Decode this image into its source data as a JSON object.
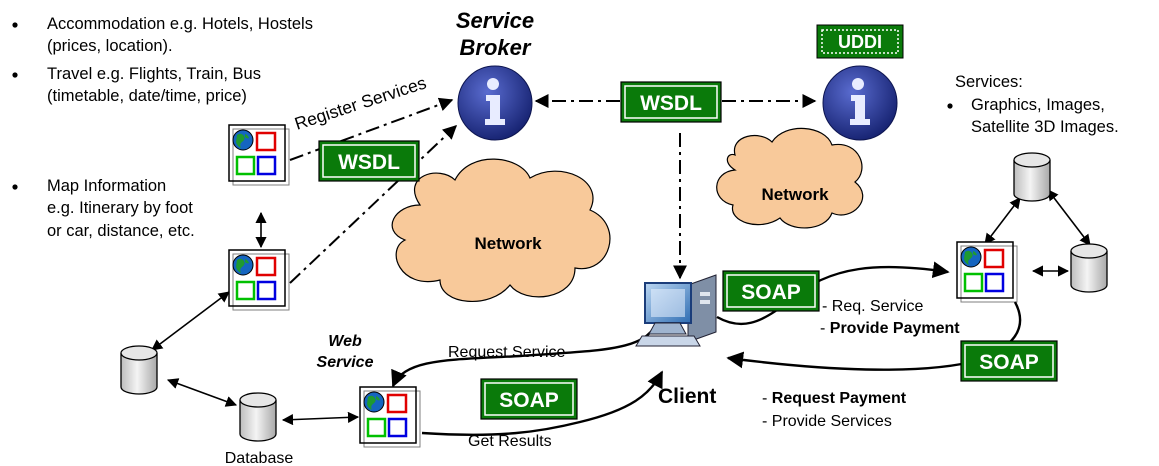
{
  "left_bullets": [
    [
      "Accommodation e.g. Hotels, Hostels",
      "(prices, location)."
    ],
    [
      "Travel e.g. Flights, Train, Bus",
      "(timetable, date/time, price)"
    ],
    [
      "Map Information",
      "e.g. Itinerary by foot",
      "or car, distance, etc."
    ]
  ],
  "service_broker": [
    "Service",
    "Broker"
  ],
  "register_services": "Register Services",
  "uddi": "UDDI",
  "wsdl": "WSDL",
  "soap": "SOAP",
  "network": "Network",
  "services_heading": "Services:",
  "services_bullet": [
    "Graphics, Images,",
    "Satellite 3D Images."
  ],
  "web_service": [
    "Web",
    "Service"
  ],
  "database": "Database",
  "request_service": "Request Service",
  "get_results": "Get Results",
  "client": "Client",
  "req_service": "Req. Service",
  "provide_payment": "Provide Payment",
  "request_payment": "Request Payment",
  "provide_services": "Provide Services",
  "dash": "- ",
  "colors": {
    "badge_green": "#0a7a0a",
    "broker_blue": "#1f2f8a",
    "cloud_fill": "#f8c99a",
    "db_fill": "#e6e6e6",
    "globe_blue": "#1565c0",
    "square_red": "#e00000",
    "square_green": "#00c000",
    "square_blue": "#0000e0"
  },
  "icons": [
    "broker-info-icon",
    "web-service-icon",
    "database-icon",
    "network-cloud",
    "client-computer-icon"
  ]
}
